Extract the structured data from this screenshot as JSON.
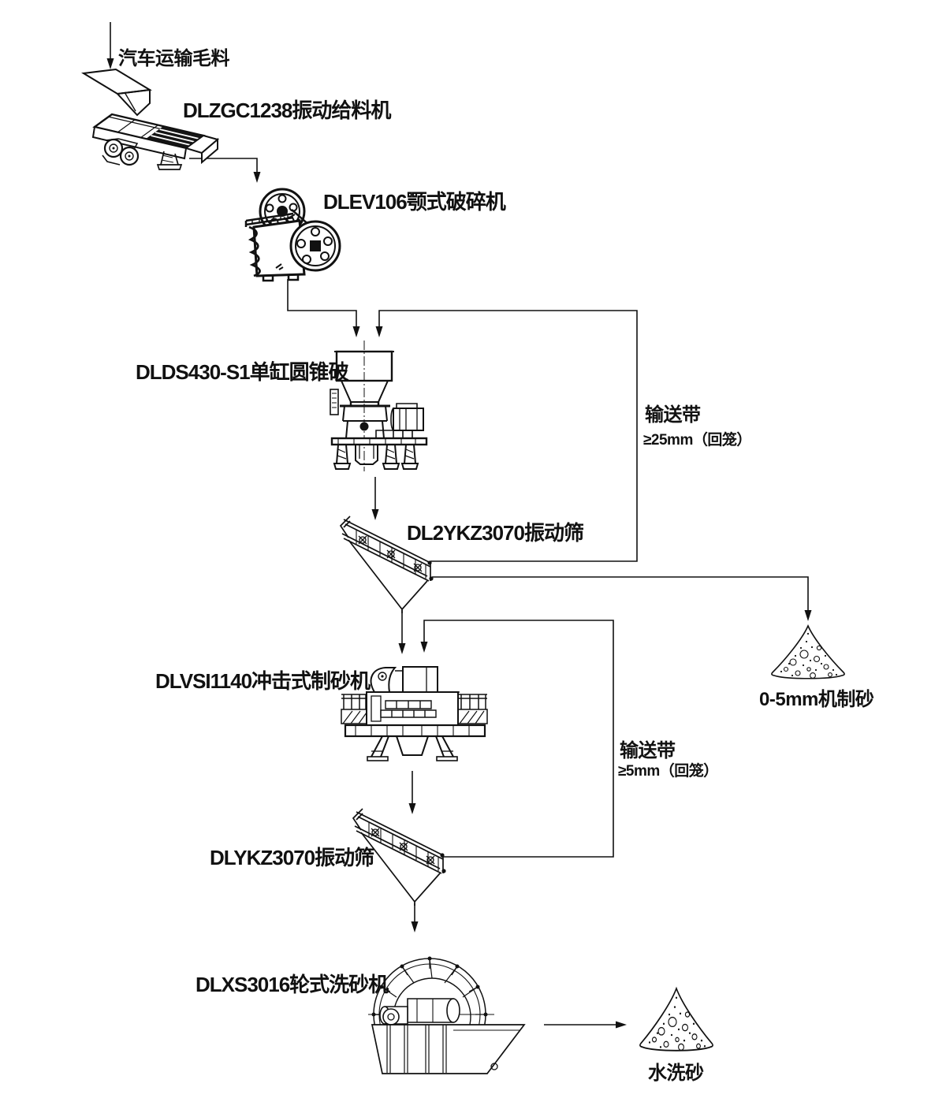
{
  "diagram_title": "sand-production-line-flow",
  "nodes": {
    "feed_source": {
      "label": "汽车运输毛料"
    },
    "feeder": {
      "label": "DLZGC1238振动给料机"
    },
    "jaw_crusher": {
      "label": "DLEV106颚式破碎机"
    },
    "cone_crusher": {
      "label": "DLDS430-S1单缸圆锥破"
    },
    "screen1": {
      "label": "DL2YKZ3070振动筛"
    },
    "sand_maker": {
      "label": "DLVSI1140冲击式制砂机"
    },
    "screen2": {
      "label": "DLYKZ3070振动筛"
    },
    "sand_washer": {
      "label": "DLXS3016轮式洗砂机"
    },
    "product_pile1": {
      "label": "0-5mm机制砂"
    },
    "product_pile2": {
      "label": "水洗砂"
    }
  },
  "conveyors": {
    "belt1": {
      "title": "输送带",
      "spec": "≥25mm（回笼）"
    },
    "belt2": {
      "title": "输送带",
      "spec": "≥5mm（回笼）"
    }
  },
  "line_color": "#111111"
}
